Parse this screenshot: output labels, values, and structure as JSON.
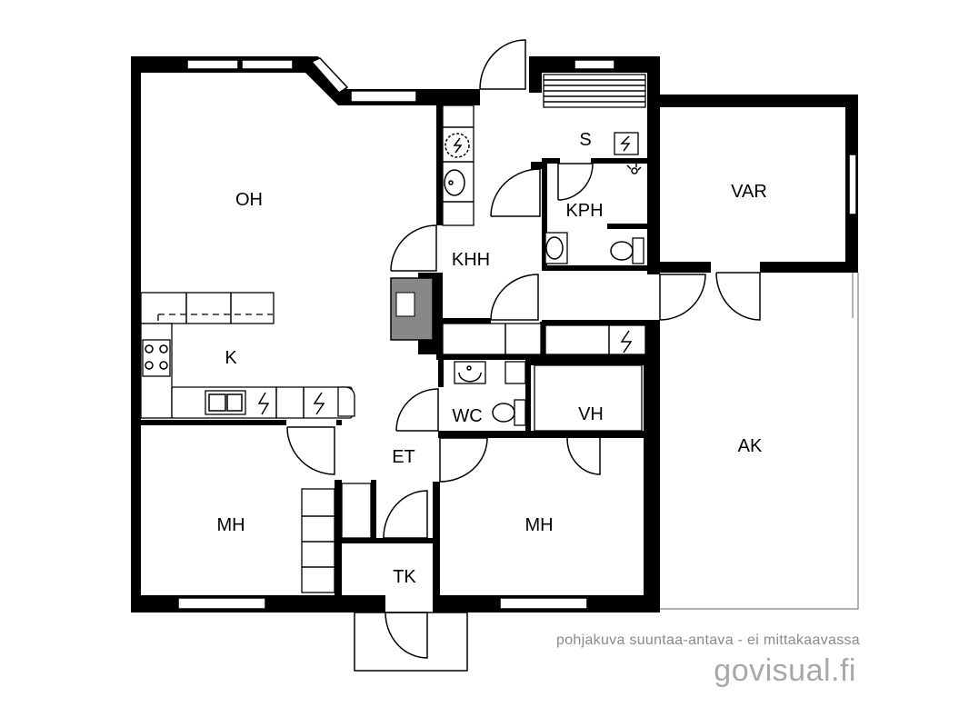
{
  "rooms": {
    "oh": "OH",
    "k": "K",
    "khh": "KHH",
    "s": "S",
    "kph": "KPH",
    "var": "VAR",
    "wc": "WC",
    "vh": "VH",
    "et": "ET",
    "mh_left": "MH",
    "mh_right": "MH",
    "tk": "TK",
    "ak": "AK"
  },
  "caption": "pohjakuva suuntaa-antava - ei mittakaavassa",
  "brand": "govisual.fi"
}
